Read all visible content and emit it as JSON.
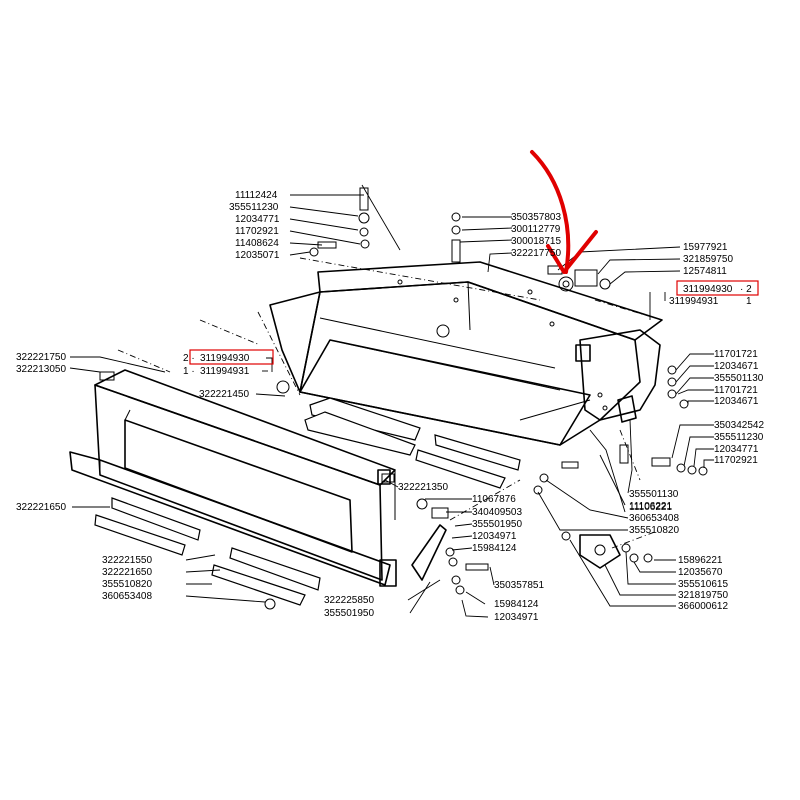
{
  "highlight_color": "#e00000",
  "labels": {
    "l1": "11112424",
    "l2": "355511230",
    "l3": "12034771",
    "l4": "11702921",
    "l5": "11408624",
    "l6": "12035071",
    "l7": "350357803",
    "l8": "300112779",
    "l9": "300018715",
    "l10": "322217750",
    "l11": "15977921",
    "l12": "321859750",
    "l13": "12574811",
    "l14": "311994930",
    "l14_qty": "· 2",
    "l15": "311994931",
    "l15_qty": "1",
    "l16": "322221750",
    "l17": "322213050",
    "l18": "311994930",
    "l18_qty": "2 ·",
    "l19": "311994931",
    "l19_qty": "1 ·",
    "l20": "322221450",
    "l21": "11701721",
    "l22": "12034671",
    "l23": "355501130",
    "l24": "11701721",
    "l25": "12034671",
    "l26": "350342542",
    "l27": "355511230",
    "l28": "12034771",
    "l29": "11702921",
    "l30": "322221350",
    "l31": "11067876",
    "l32": "340409503",
    "l33": "355501950",
    "l34": "12034971",
    "l35": "15984124",
    "l36": "355501130",
    "l37": "11106221",
    "l38": "11106221",
    "l39": "360653408",
    "l40": "355510820",
    "l41": "322221650",
    "l42": "322221550",
    "l43": "322221650",
    "l44": "355510820",
    "l45": "360653408",
    "l46": "350357851",
    "l47": "322225850",
    "l48": "355501950",
    "l49": "15984124",
    "l50": "12034971",
    "l51": "15896221",
    "l52": "12035670",
    "l53": "355510615",
    "l54": "321819750",
    "l55": "366000612"
  }
}
